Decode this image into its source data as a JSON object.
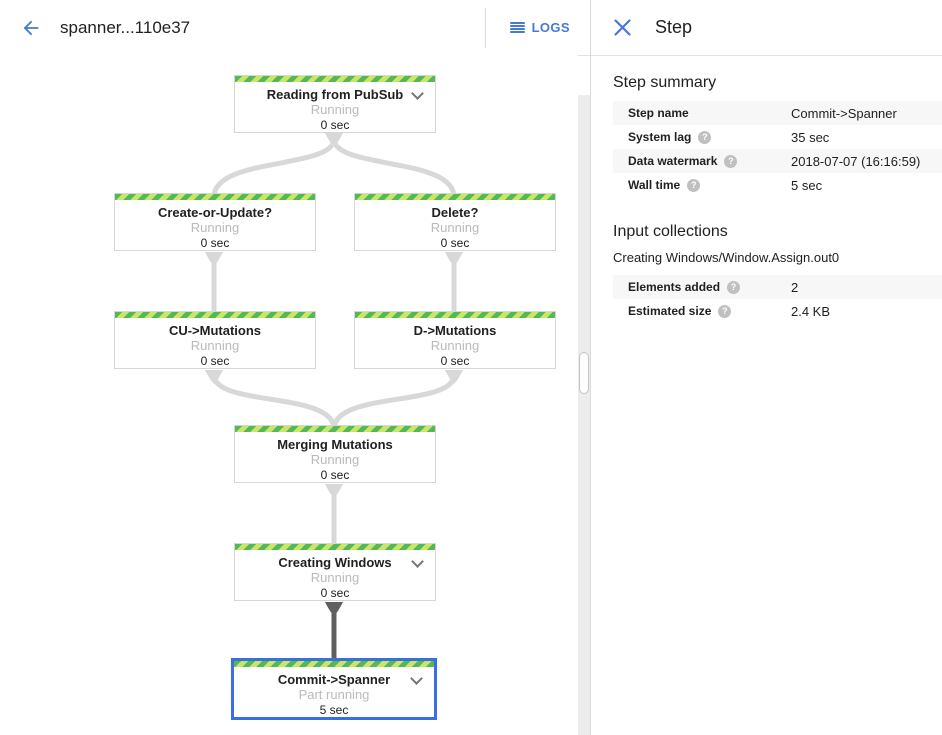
{
  "topbar": {
    "title": "spanner...110e37",
    "logs_label": "LOGS"
  },
  "panel": {
    "title": "Step",
    "step_summary": {
      "heading": "Step summary",
      "rows": [
        {
          "label": "Step name",
          "value": "Commit->Spanner"
        },
        {
          "label": "System lag",
          "value": "35 sec"
        },
        {
          "label": "Data watermark",
          "value": "2018-07-07 (16:16:59)"
        },
        {
          "label": "Wall time",
          "value": "5 sec"
        }
      ]
    },
    "input_collections": {
      "heading": "Input collections",
      "collection_name": "Creating Windows/Window.Assign.out0",
      "rows": [
        {
          "label": "Elements added",
          "value": "2"
        },
        {
          "label": "Estimated size",
          "value": "2.4 KB"
        }
      ]
    }
  },
  "graph": {
    "nodes": [
      {
        "id": "reading-from-pubsub",
        "title": "Reading from PubSub",
        "status": "Running",
        "time": "0 sec"
      },
      {
        "id": "create-or-update",
        "title": "Create-or-Update?",
        "status": "Running",
        "time": "0 sec"
      },
      {
        "id": "delete",
        "title": "Delete?",
        "status": "Running",
        "time": "0 sec"
      },
      {
        "id": "cu-mutations",
        "title": "CU->Mutations",
        "status": "Running",
        "time": "0 sec"
      },
      {
        "id": "d-mutations",
        "title": "D->Mutations",
        "status": "Running",
        "time": "0 sec"
      },
      {
        "id": "merging-mutations",
        "title": "Merging Mutations",
        "status": "Running",
        "time": "0 sec"
      },
      {
        "id": "creating-windows",
        "title": "Creating Windows",
        "status": "Running",
        "time": "0 sec"
      },
      {
        "id": "commit-spanner",
        "title": "Commit->Spanner",
        "status": "Part running",
        "time": "5 sec"
      }
    ]
  },
  "icons": {
    "back": "back-arrow-icon",
    "logs": "logs-list-icon",
    "close": "close-icon",
    "help": "help-question-icon",
    "chevron": "chevron-down-icon"
  },
  "colors": {
    "accent_blue": "#4678d9",
    "selected_border": "#3b6de4",
    "stripe_green": "#53b857",
    "stripe_lime": "#c9e667",
    "edge_light": "#d8d8d8",
    "edge_dark": "#5f5f5f",
    "row_alt": "#f7f7f7"
  }
}
